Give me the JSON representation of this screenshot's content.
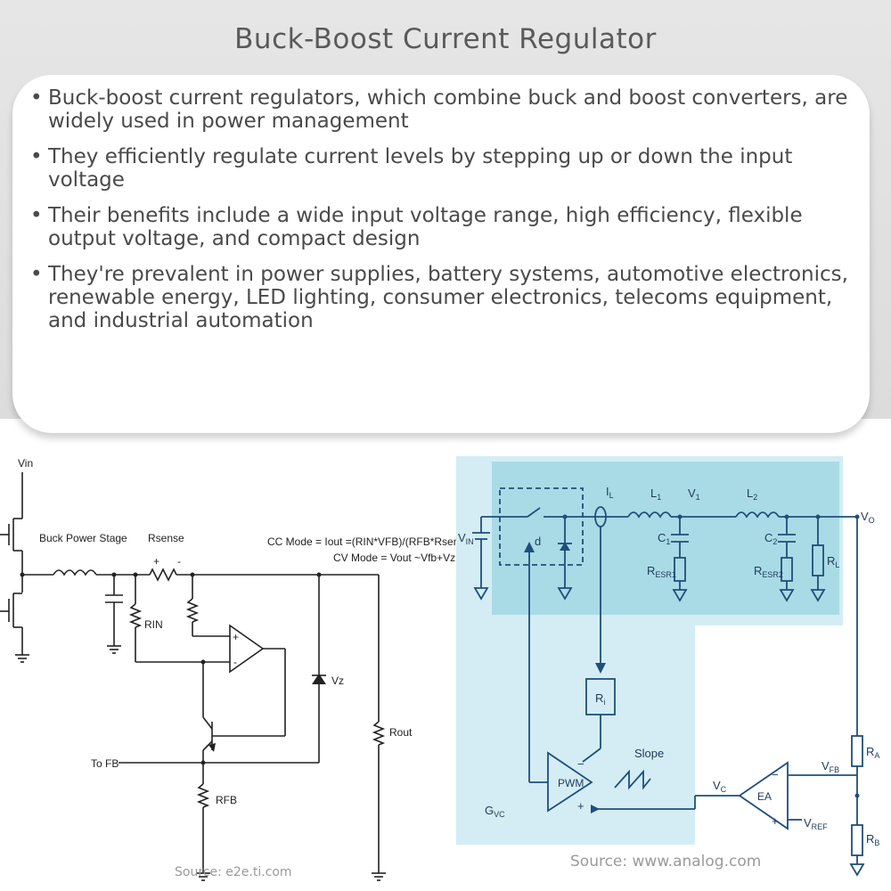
{
  "title": "Buck-Boost Current Regulator",
  "bullets": [
    "Buck-boost current regulators, which combine buck and boost converters, are widely used in power management",
    "They efficiently regulate current levels by stepping up or down the input voltage",
    "Their benefits include a wide input voltage range, high efficiency, flexible output voltage, and compact design",
    "They're prevalent in power supplies, battery systems, automotive electronics, renewable energy, LED lighting, consumer electronics, telecoms equipment, and industrial automation"
  ],
  "left_diagram": {
    "vin": "Vin",
    "buck_power_stage": "Buck Power Stage",
    "rsense": "Rsense",
    "plus": "+",
    "minus": "-",
    "cc_mode": "CC Mode = Iout =(RIN*VFB)/(RFB*Rsense)",
    "cv_mode": "CV Mode = Vout ~Vfb+Vz",
    "rin": "RIN",
    "vz": "Vz",
    "rout": "Rout",
    "to_fb": "To FB",
    "rfb": "RFB",
    "source": "Source: e2e.ti.com"
  },
  "right_diagram": {
    "vin": "V",
    "vin_sub": "IN",
    "d": "d",
    "il": "I",
    "il_sub": "L",
    "l1": "L",
    "l1_sub": "1",
    "v1": "V",
    "v1_sub": "1",
    "l2": "L",
    "l2_sub": "2",
    "vo": "V",
    "vo_sub": "O",
    "c1": "C",
    "c1_sub": "1",
    "resr1": "R",
    "resr1_sub": "ESR1",
    "c2": "C",
    "c2_sub": "2",
    "resr2": "R",
    "resr2_sub": "ESR2",
    "rl": "R",
    "rl_sub": "L",
    "ri": "R",
    "ri_sub": "i",
    "slope": "Slope",
    "pwm": "PWM",
    "pwm_minus": "−",
    "pwm_plus": "+",
    "vc": "V",
    "vc_sub": "C",
    "ea": "EA",
    "ea_minus": "−",
    "ea_plus": "+",
    "vfb": "V",
    "vfb_sub": "FB",
    "vref": "V",
    "vref_sub": "REF",
    "ra": "R",
    "ra_sub": "A",
    "rb": "R",
    "rb_sub": "B",
    "gvc": "G",
    "gvc_sub": "VC",
    "source": "Source: www.analog.com"
  },
  "colors": {
    "band": "#e0e0e0",
    "title": "#5a5a5a",
    "text": "#4a4a4a",
    "light_panel": "#d4edf4",
    "dark_panel": "#a9dbe6",
    "right_wire": "#1f4f7a"
  }
}
